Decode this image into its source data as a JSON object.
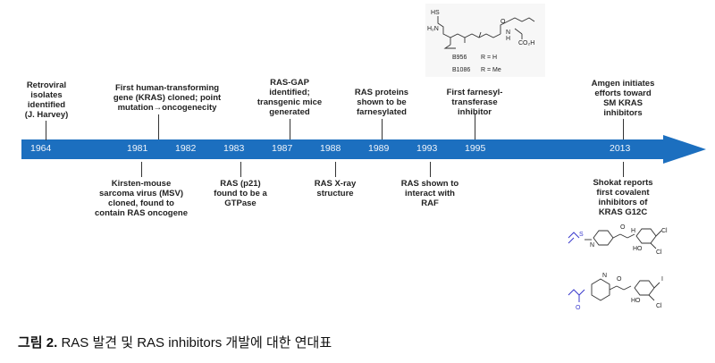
{
  "timeline": {
    "years": [
      {
        "label": "1964"
      },
      {
        "label": "1981"
      },
      {
        "label": "1982"
      },
      {
        "label": "1983"
      },
      {
        "label": "1987"
      },
      {
        "label": "1988"
      },
      {
        "label": "1989"
      },
      {
        "label": "1993"
      },
      {
        "label": "1995"
      },
      {
        "label": "2013"
      }
    ],
    "above": [
      {
        "lines": [
          "Retroviral",
          "isolates",
          "identified",
          "(J. Harvey)"
        ]
      },
      {
        "lines": [
          "First human-transforming",
          "gene (KRAS) cloned; point",
          "mutation→oncogenecity"
        ]
      },
      {
        "lines": [
          "RAS-GAP",
          "identified;",
          "transgenic mice",
          "generated"
        ]
      },
      {
        "lines": [
          "RAS proteins",
          "shown to be",
          "farnesylated"
        ]
      },
      {
        "lines": [
          "First farnesyl-",
          "transferase",
          "inhibitor"
        ]
      },
      {
        "lines": [
          "Amgen initiates",
          "efforts toward",
          "SM KRAS",
          "inhibitors"
        ]
      }
    ],
    "below": [
      {
        "lines": [
          "Kirsten-mouse",
          "sarcoma virus (MSV)",
          "cloned, found to",
          "contain RAS oncogene"
        ]
      },
      {
        "lines": [
          "RAS (p21)",
          "found to be a",
          "GTPase"
        ]
      },
      {
        "lines": [
          "RAS X-ray",
          "structure"
        ]
      },
      {
        "lines": [
          "RAS shown to",
          "interact with",
          "RAF"
        ]
      },
      {
        "lines": [
          "Shokat reports",
          "first covalent",
          "inhibitors of",
          "KRAS G12C"
        ]
      }
    ]
  },
  "structure_top": {
    "atoms": [
      "HS",
      "H₂N",
      "O",
      "N",
      "H",
      "CO₂H"
    ],
    "legend": [
      {
        "code": "B956",
        "r": "R = H"
      },
      {
        "code": "B1086",
        "r": "R = Me"
      }
    ]
  },
  "structure_bottom": {
    "atoms": [
      "O",
      "S",
      "N",
      "H",
      "Cl",
      "HO",
      "I"
    ]
  },
  "caption": {
    "prefix": "그림 2.",
    "text": " RAS 발견 및 RAS inhibitors 개발에 대한 연대표"
  },
  "colors": {
    "arrow": "#1c6fbf",
    "text": "#222222",
    "chem_blue": "#3a3acc"
  }
}
